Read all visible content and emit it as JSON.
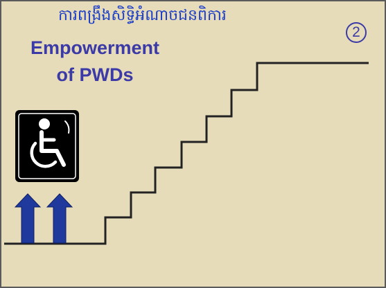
{
  "slide": {
    "khmer_heading": "ការពង្រឹងសិទ្ធិអំណាចជនពិការ",
    "title_line_1": "Empowerment",
    "title_line_2": "of PWDs",
    "step_number": "2"
  },
  "icons": {
    "wheelchair": "wheelchair-icon",
    "arrow": "arrow-up-icon"
  },
  "colors": {
    "background": "#e6dcb9",
    "title": "#3b3aa6",
    "heading": "#1a3cc8",
    "arrow": "#1f3a9c",
    "stairs": "#222222",
    "icon_tile": "#000000"
  }
}
